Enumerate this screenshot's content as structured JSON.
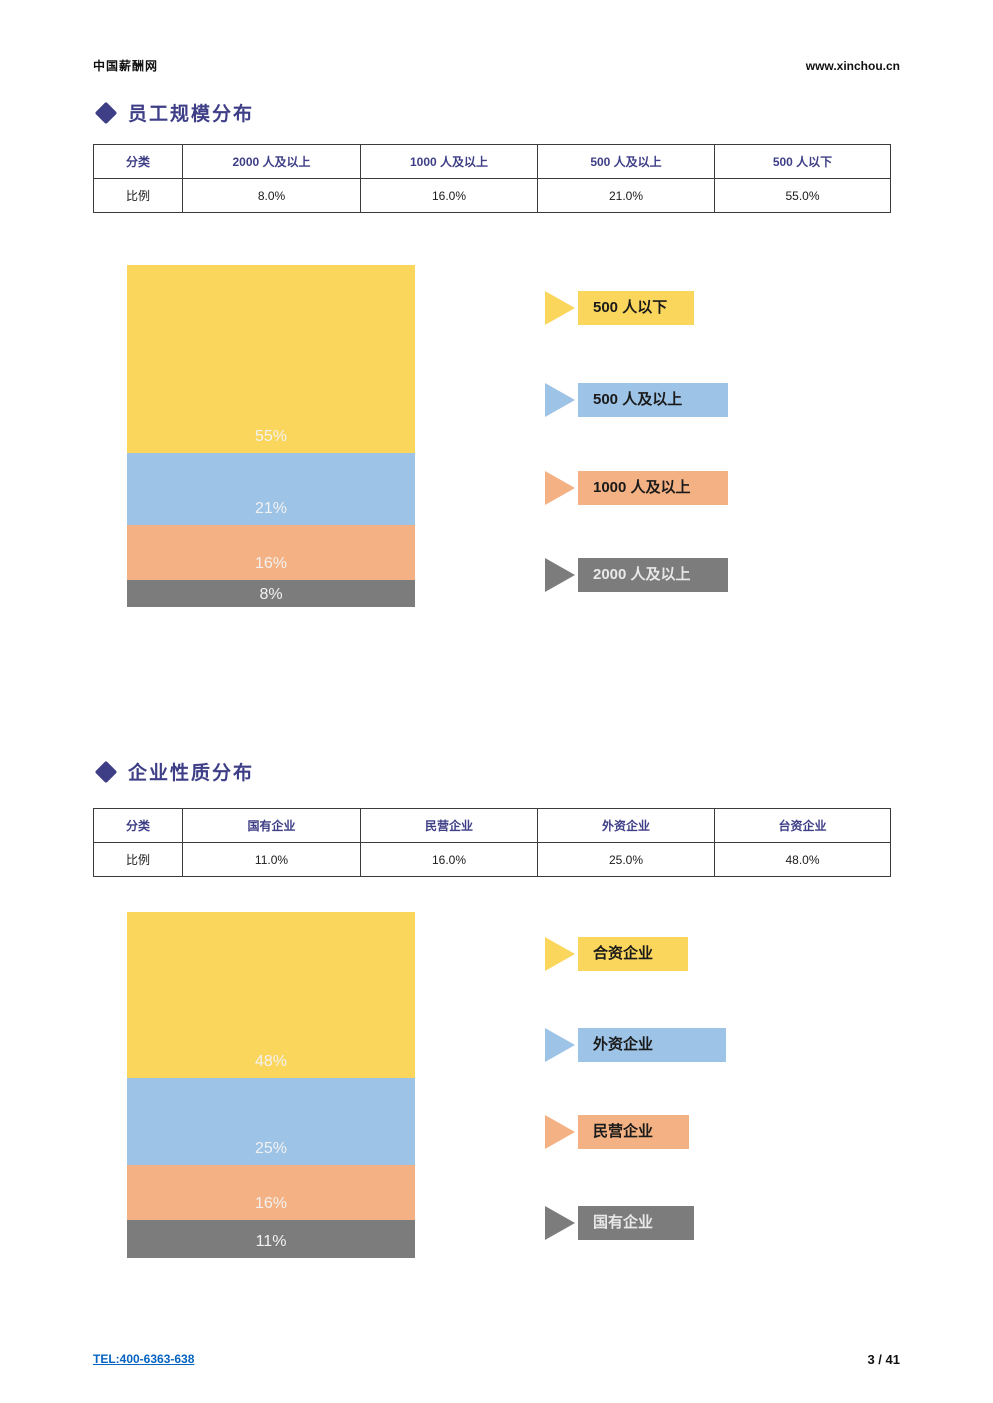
{
  "page": {
    "brand": "中国薪酬网",
    "site": "www.xinchou.cn",
    "tel": "TEL:400-6363-638",
    "page_number": "3 / 41"
  },
  "colors": {
    "accent_purple": "#3E3E87",
    "link_blue": "#0563C1",
    "yellow": "#FBD65D",
    "blue": "#9DC3E6",
    "orange": "#F4B183",
    "gray": "#7C7C7C",
    "bar_label": "#F2F2F2"
  },
  "section1": {
    "title": "员工规模分布",
    "table": {
      "headers": [
        "分类",
        "2000 人及以上",
        "1000 人及以上",
        "500 人及以上",
        "500 人以下"
      ],
      "row_label": "比例",
      "values": [
        "8.0%",
        "16.0%",
        "21.0%",
        "55.0%"
      ]
    }
  },
  "section2": {
    "title": "企业性质分布",
    "table": {
      "headers": [
        "分类",
        "国有企业",
        "民营企业",
        "外资企业",
        "台资企业"
      ],
      "row_label": "比例",
      "values": [
        "11.0%",
        "16.0%",
        "25.0%",
        "48.0%"
      ]
    }
  },
  "chart_data": [
    {
      "type": "bar",
      "subtype": "stacked-column-100",
      "title": "员工规模分布",
      "categories": [
        "500 人以下",
        "500 人及以上",
        "1000 人及以上",
        "2000 人及以上"
      ],
      "values": [
        55,
        21,
        16,
        8
      ],
      "ylim": [
        0,
        100
      ],
      "grid": false,
      "legend_position": "right",
      "segments": [
        {
          "label": "500 人以下",
          "value": 55,
          "display": "55%",
          "color": "#FBD65D",
          "legend_text_color": "#1a1a1a"
        },
        {
          "label": "500 人及以上",
          "value": 21,
          "display": "21%",
          "color": "#9DC3E6",
          "legend_text_color": "#1a1a1a"
        },
        {
          "label": "1000 人及以上",
          "value": 16,
          "display": "16%",
          "color": "#F4B183",
          "legend_text_color": "#1a1a1a"
        },
        {
          "label": "2000 人及以上",
          "value": 8,
          "display": "8%",
          "color": "#7C7C7C",
          "legend_text_color": "#E8E8E8"
        }
      ]
    },
    {
      "type": "bar",
      "subtype": "stacked-column-100",
      "title": "企业性质分布",
      "categories": [
        "合资企业",
        "外资企业",
        "民营企业",
        "国有企业"
      ],
      "values": [
        48,
        25,
        16,
        11
      ],
      "ylim": [
        0,
        100
      ],
      "grid": false,
      "legend_position": "right",
      "segments": [
        {
          "label": "合资企业",
          "value": 48,
          "display": "48%",
          "color": "#FBD65D",
          "legend_text_color": "#1a1a1a"
        },
        {
          "label": "外资企业",
          "value": 25,
          "display": "25%",
          "color": "#9DC3E6",
          "legend_text_color": "#1a1a1a"
        },
        {
          "label": "民营企业",
          "value": 16,
          "display": "16%",
          "color": "#F4B183",
          "legend_text_color": "#1a1a1a"
        },
        {
          "label": "国有企业",
          "value": 11,
          "display": "11%",
          "color": "#7C7C7C",
          "legend_text_color": "#E8E8E8"
        }
      ]
    }
  ]
}
